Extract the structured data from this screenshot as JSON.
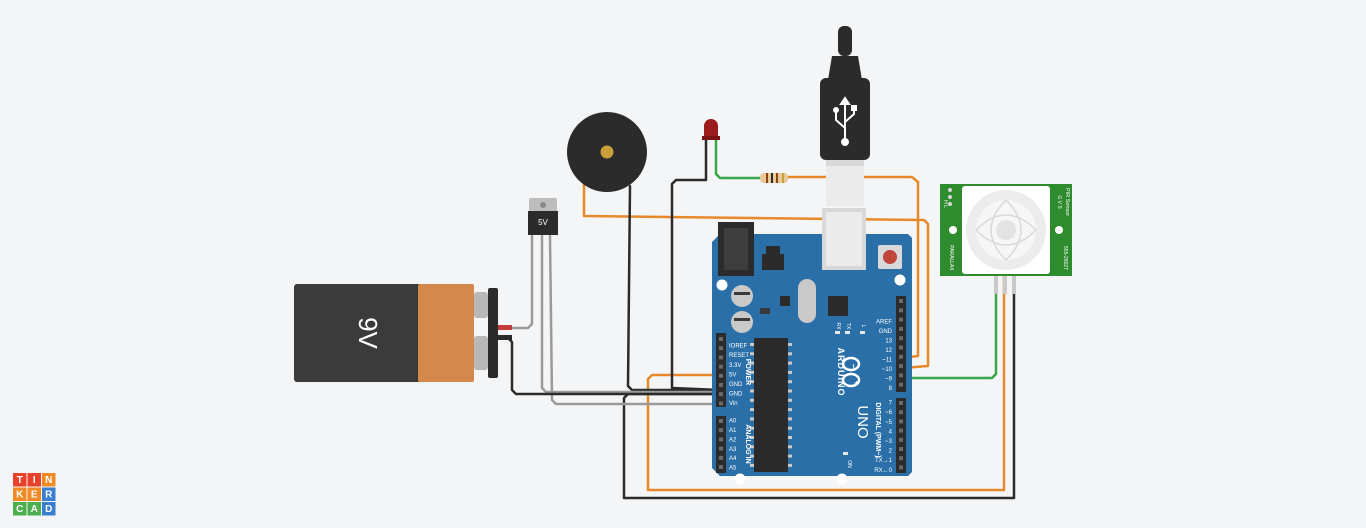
{
  "app": {
    "logo_letters": [
      "T",
      "I",
      "N",
      "K",
      "E",
      "R",
      "C",
      "A",
      "D"
    ]
  },
  "battery": {
    "label": "9V"
  },
  "regulator": {
    "label": "5V"
  },
  "arduino": {
    "brand": "ARDUINO",
    "model": "UNO",
    "on_label": "ON",
    "l_label": "L",
    "tx_label": "TX",
    "rx_label": "RX",
    "power_label": "POWER",
    "analog_label": "ANALOG IN",
    "digital_label": "DIGITAL (PWM~)",
    "power_pins": [
      "IOREF",
      "RESET",
      "3.3V",
      "5V",
      "GND",
      "GND",
      "Vin"
    ],
    "analog_pins": [
      "A0",
      "A1",
      "A2",
      "A3",
      "A4",
      "A5"
    ],
    "digital_top": [
      "AREF",
      "GND",
      "13",
      "12",
      "~11",
      "~10",
      "~9",
      "8"
    ],
    "digital_bottom": [
      "7",
      "~6",
      "~5",
      "4",
      "~3",
      "2",
      "TX→1",
      "RX←0"
    ]
  },
  "pir": {
    "title": "PIR Sensor",
    "part_left": "PARALLAX",
    "part_right": "555-28027",
    "pins_right": "G V S",
    "pins_left": "H L"
  },
  "colors": {
    "background": "#f4f5f6",
    "board": "#2a6fa8",
    "wire_orange": "#e6892a",
    "wire_green": "#3aa64a",
    "wire_black": "#2b2b2b",
    "wire_gray": "#9a9a9a",
    "pir_board": "#2e8b2e"
  }
}
